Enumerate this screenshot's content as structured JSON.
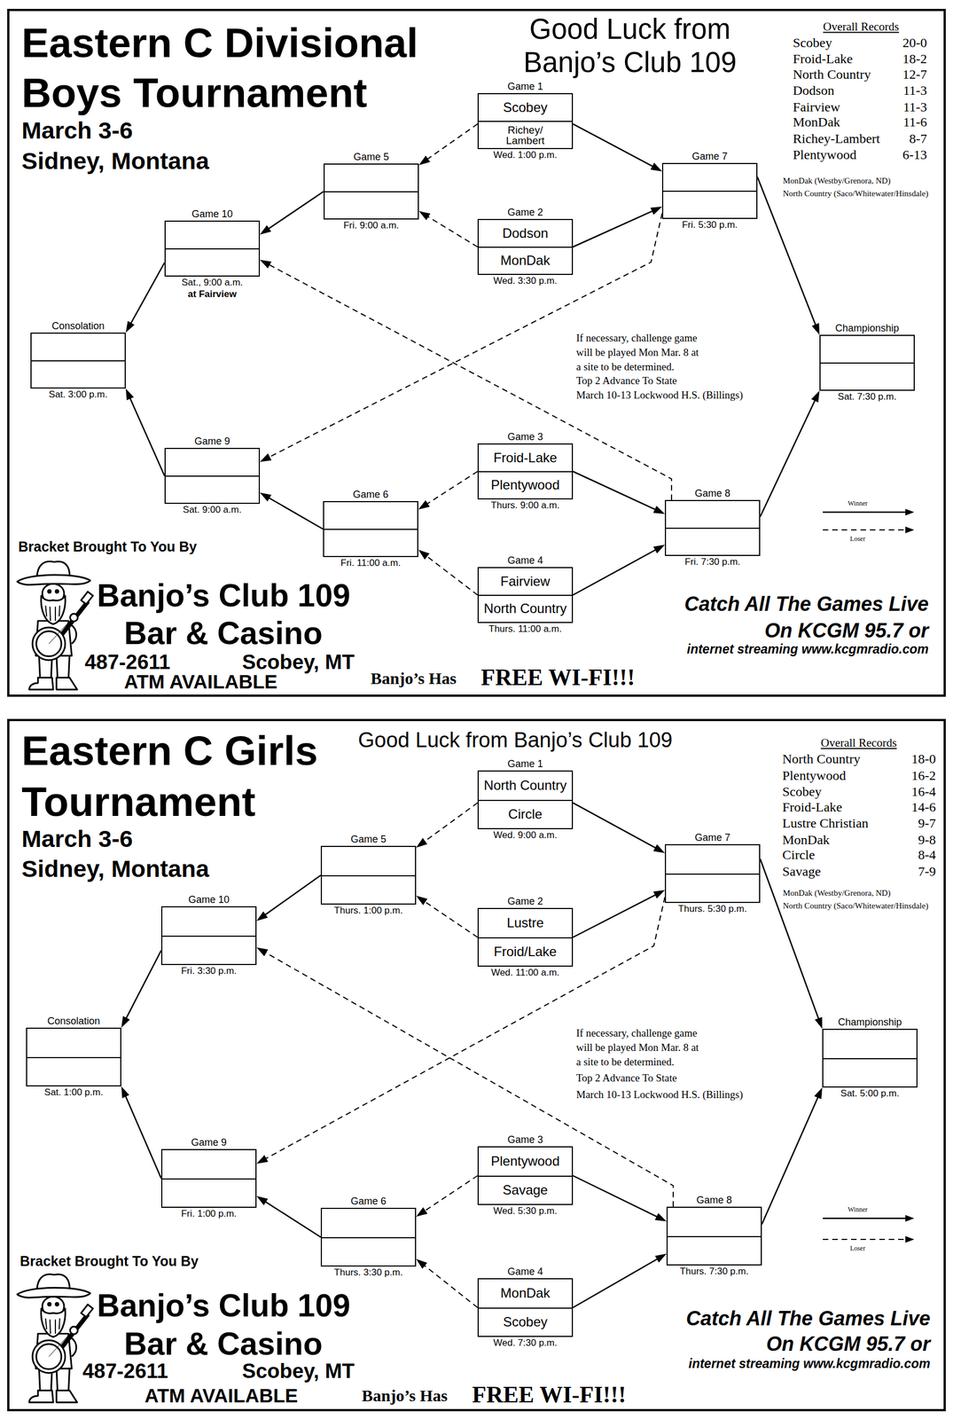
{
  "diagram": {
    "nodes": [
      {
        "text": [
          "Eastern C Divisional Boys Tournament",
          "March 3-6",
          "Sidney, Montana"
        ]
      },
      {
        "text": [
          "Game 1",
          "Scobey",
          "Richey/ Lambert",
          "Wed. 1:00 p.m."
        ],
        "in": 0
      },
      {
        "text": [
          "Game 2",
          "Dodson",
          "MonDak",
          "Wed. 3:30 p.m."
        ],
        "in": 0
      },
      {
        "text": [
          "Game 3",
          "Froid-Lake",
          "Plentywood",
          "Thurs. 9:00 a.m."
        ],
        "in": 0
      },
      {
        "text": [
          "Game 4",
          "Fairview",
          "North Country",
          "Thurs. 11:00 a.m."
        ],
        "in": 0
      },
      {
        "text": [
          "Game 5",
          "Fri. 9:00 a.m."
        ],
        "in": 0
      },
      {
        "text": [
          "Game 6",
          "Fri. 11:00 a.m."
        ],
        "in": 0
      },
      {
        "text": [
          "Game 7",
          "Fri. 5:30 p.m."
        ],
        "in": 0
      },
      {
        "text": [
          "Game 8",
          "Fri. 7:30 p.m."
        ],
        "in": 0
      },
      {
        "text": [
          "Game 9",
          "Sat. 9:00 a.m."
        ],
        "in": 0
      },
      {
        "text": [
          "Game 10",
          "Sat., 9:00 a.m.",
          "at Fairview"
        ],
        "in": 0
      },
      {
        "text": [
          "Consolation",
          "Sat. 3:00 p.m."
        ],
        "in": 0
      },
      {
        "text": [
          "Championship",
          "Sat. 7:30 p.m."
        ],
        "in": 0
      },
      {
        "text": [
          "Eastern C Girls Tournament",
          "March 3-6",
          "Sidney, Montana"
        ]
      },
      {
        "text": [
          "Game 1",
          "North Country",
          "Circle",
          "Wed. 9:00 a.m."
        ],
        "in": 13
      },
      {
        "text": [
          "Game 2",
          "Lustre",
          "Froid/Lake",
          "Wed. 11:00 a.m."
        ],
        "in": 13
      },
      {
        "text": [
          "Game 3",
          "Plentywood",
          "Savage",
          "Wed. 5:30 p.m."
        ],
        "in": 13
      },
      {
        "text": [
          "Game 4",
          "MonDak",
          "Scobey",
          "Wed. 7:30 p.m."
        ],
        "in": 13
      },
      {
        "text": [
          "Game 5",
          "Thurs. 1:00 p.m."
        ],
        "in": 13
      },
      {
        "text": [
          "Game 6",
          "Thurs. 3:30 p.m."
        ],
        "in": 13
      },
      {
        "text": [
          "Game 7",
          "Thurs. 5:30 p.m."
        ],
        "in": 13
      },
      {
        "text": [
          "Game 8",
          "Thurs. 7:30 p.m."
        ],
        "in": 13
      },
      {
        "text": [
          "Game 9",
          "Fri. 1:00 p.m."
        ],
        "in": 13
      },
      {
        "text": [
          "Game 10",
          "Fri. 3:30 p.m."
        ],
        "in": 13
      },
      {
        "text": [
          "Consolation",
          "Sat. 1:00 p.m."
        ],
        "in": 13
      },
      {
        "text": [
          "Championship",
          "Sat. 5:00 p.m."
        ],
        "in": 13
      }
    ],
    "edges": [
      {
        "from": 1,
        "to": 7,
        "arrow": "to"
      },
      {
        "from": 1,
        "to": 5,
        "arrow": "to"
      },
      {
        "from": 2,
        "to": 7,
        "arrow": "to"
      },
      {
        "from": 2,
        "to": 5,
        "arrow": "to"
      },
      {
        "from": 3,
        "to": 8,
        "arrow": "to"
      },
      {
        "from": 3,
        "to": 6,
        "arrow": "to"
      },
      {
        "from": 4,
        "to": 8,
        "arrow": "to"
      },
      {
        "from": 4,
        "to": 6,
        "arrow": "to"
      },
      {
        "from": 5,
        "to": 10,
        "arrow": "to"
      },
      {
        "from": 6,
        "to": 9,
        "arrow": "to"
      },
      {
        "from": 7,
        "to": 12,
        "arrow": "to"
      },
      {
        "from": 7,
        "to": 9,
        "arrow": "to"
      },
      {
        "from": 8,
        "to": 12,
        "arrow": "to"
      },
      {
        "from": 8,
        "to": 10,
        "arrow": "to"
      },
      {
        "from": 10,
        "to": 11,
        "arrow": "to"
      },
      {
        "from": 9,
        "to": 11,
        "arrow": "to"
      },
      {
        "from": 14,
        "to": 20,
        "arrow": "to"
      },
      {
        "from": 14,
        "to": 18,
        "arrow": "to"
      },
      {
        "from": 15,
        "to": 20,
        "arrow": "to"
      },
      {
        "from": 15,
        "to": 18,
        "arrow": "to"
      },
      {
        "from": 16,
        "to": 21,
        "arrow": "to"
      },
      {
        "from": 16,
        "to": 19,
        "arrow": "to"
      },
      {
        "from": 17,
        "to": 21,
        "arrow": "to"
      },
      {
        "from": 17,
        "to": 19,
        "arrow": "to"
      },
      {
        "from": 18,
        "to": 23,
        "arrow": "to"
      },
      {
        "from": 19,
        "to": 22,
        "arrow": "to"
      },
      {
        "from": 20,
        "to": 25,
        "arrow": "to"
      },
      {
        "from": 20,
        "to": 22,
        "arrow": "to"
      },
      {
        "from": 21,
        "to": 25,
        "arrow": "to"
      },
      {
        "from": 21,
        "to": 23,
        "arrow": "to"
      },
      {
        "from": 23,
        "to": 24,
        "arrow": "to"
      },
      {
        "from": 22,
        "to": 24,
        "arrow": "to"
      }
    ],
    "labels": [
      "Good Luck from Banjo’s Club 109",
      "Overall Records",
      "Scobey",
      "20-0",
      "Froid-Lake",
      "18-2",
      "North Country",
      "12-7",
      "Dodson",
      "11-3",
      "Fairview",
      "11-3",
      "MonDak",
      "11-6",
      "Richey-Lambert",
      "8-7",
      "Plentywood",
      "6-13",
      "MonDak (Westby/Grenora, ND)",
      "North Country (Saco/Whitewater/Hinsdale)",
      "If necessary, challenge game will be played Mon Mar. 8 at a site to be determined.",
      "Top 2 Advance To State",
      "March 10-13 Lockwood H.S. (Billings)",
      "Bracket Brought To You By",
      "Banjo’s Club 109",
      "Bar & Casino",
      "487-2611",
      "Scobey, MT",
      "ATM AVAILABLE",
      "Banjo’s Has",
      "FREE WI-FI!!!",
      "Catch All The Games Live",
      "On KCGM 95.7 or",
      "internet streaming www.kcgmradio.com",
      "Good Luck from Banjo’s Club 109",
      "Overall Records",
      "North Country",
      "18-0",
      "Plentywood",
      "16-2",
      "Scobey",
      "16-4",
      "Froid-Lake",
      "14-6",
      "Lustre Christian",
      "9-7",
      "MonDak",
      "9-8",
      "Circle",
      "8-4",
      "Savage",
      "7-9",
      "MonDak (Westby/Grenora, ND)",
      "North Country (Saco/Whitewater/Hinsdale)",
      "If necessary, challenge game will be played Mon Mar. 8 at a site to be determined.",
      "Top 2 Advance To State",
      "March 10-13 Lockwood H.S. (Billings)",
      "Bracket Brought To You By",
      "Banjo’s Club 109",
      "Bar & Casino",
      "487-2611",
      "Scobey, MT",
      "ATM AVAILABLE",
      "Banjo’s Has",
      "FREE WI-FI!!!",
      "Catch All The Games Live",
      "On KCGM 95.7 or",
      "internet streaming www.kcgmradio.com"
    ],
    "legend": [
      {
        "text": "Winner"
      },
      {
        "text": "Loser"
      },
      {
        "text": "Winner"
      },
      {
        "text": "Loser"
      }
    ]
  }
}
